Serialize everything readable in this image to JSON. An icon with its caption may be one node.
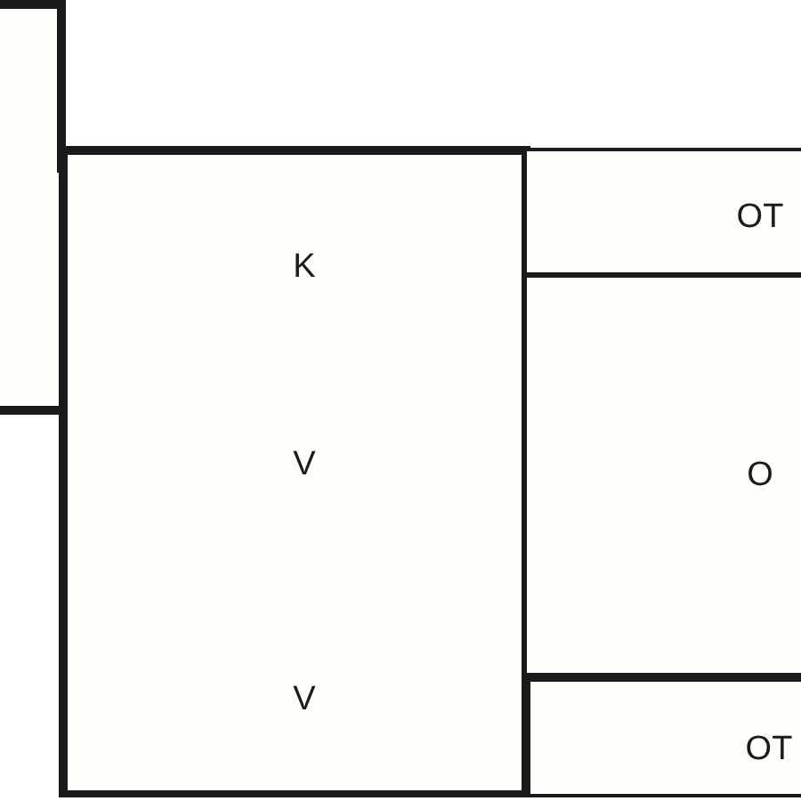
{
  "diagram": {
    "nodes": [
      {
        "text": [],
        "shape": "box"
      },
      {
        "text": [],
        "shape": "box"
      },
      {
        "text": [
          "K"
        ]
      },
      {
        "text": [
          "V"
        ]
      },
      {
        "text": [
          "V"
        ]
      },
      {
        "text": [
          "OT"
        ]
      },
      {
        "text": [
          "O"
        ]
      },
      {
        "text": [
          "OT"
        ]
      }
    ]
  }
}
